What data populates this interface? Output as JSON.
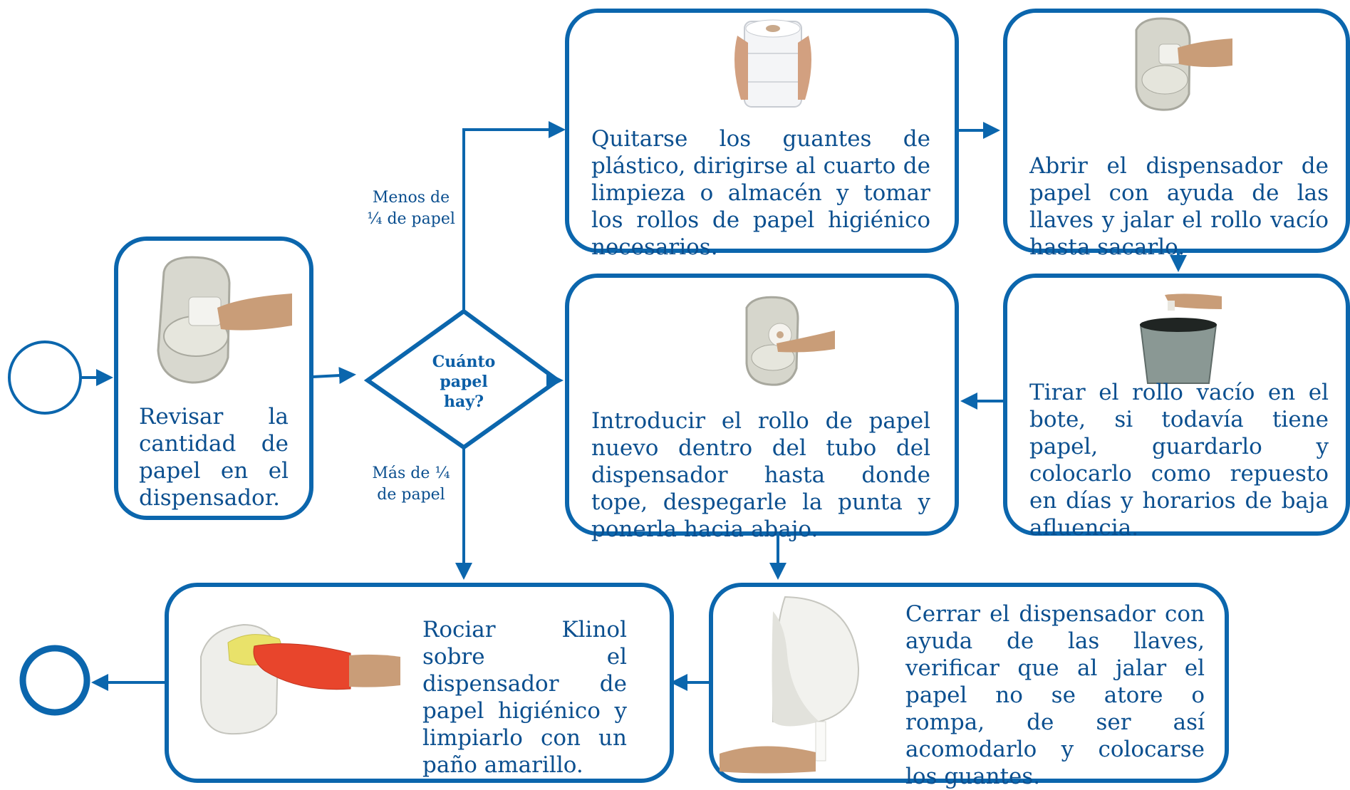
{
  "colors": {
    "line": "#0b66ad",
    "text": "#0b4f8f",
    "decision_text": "#0b5ea6"
  },
  "start_event": {
    "icon": "start-circle"
  },
  "end_event": {
    "icon": "end-circle"
  },
  "decision": {
    "text": "Cuánto papel hay?",
    "branch_top": "Menos de ¼ de papel",
    "branch_bottom": "Más de ¼ de papel"
  },
  "steps": {
    "review": {
      "text": "Revisar la cantidad de papel en el dispensador.",
      "icon": "dispenser-hand-icon"
    },
    "get_rolls": {
      "text": "Quitarse los guantes de plástico, dirigirse al cuarto de limpieza o almacén y tomar los rollos de papel higiénico necesarios.",
      "icon": "paper-rolls-icon"
    },
    "open_dispenser": {
      "text": "Abrir el dispensador de papel con ayuda de las llaves y jalar el rollo vacío hasta sacarlo.",
      "icon": "open-dispenser-icon"
    },
    "discard_roll": {
      "text": "Tirar el rollo vacío en el bote, si todavía tiene papel, guardarlo y colocarlo como repuesto en días y horarios de baja afluencia.",
      "icon": "trash-bin-icon"
    },
    "insert_roll": {
      "text": "Introducir el rollo de papel nuevo dentro del tubo del dispensador hasta donde tope, despegarle la punta y ponerla hacia abajo.",
      "icon": "insert-roll-icon"
    },
    "close_dispenser": {
      "text": "Cerrar el dispensador  con ayuda de las llaves, verificar que al jalar el papel no se atore o rompa, de ser así acomodarlo y colocarse los guantes.",
      "icon": "closed-dispenser-icon"
    },
    "spray_clean": {
      "text": "Rociar Klinol sobre el dispensador de papel higiénico y limpiarlo con un paño amarillo.",
      "icon": "cleaning-glove-icon"
    }
  }
}
